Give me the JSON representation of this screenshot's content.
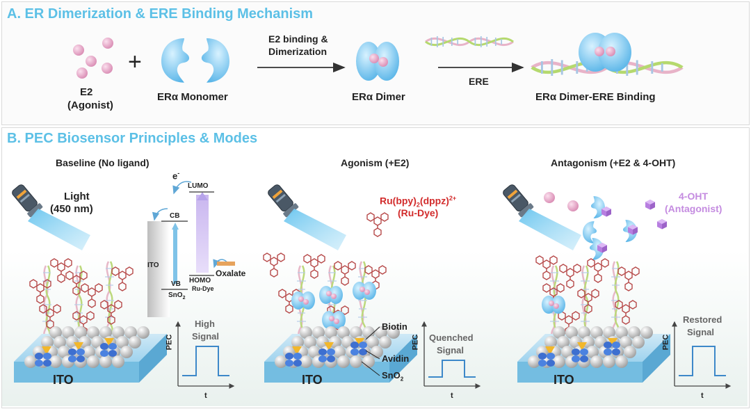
{
  "panel_a": {
    "title": "A. ER Dimerization & ERE Binding Mechanism",
    "e2_label_1": "E2",
    "e2_label_2": "(Agonist)",
    "plus": "+",
    "monomer_label": "ERα Monomer",
    "arrow1_label_1": "E2 binding &",
    "arrow1_label_2": "Dimerization",
    "dimer_label": "ERα Dimer",
    "arrow2_label": "ERE",
    "dimer_ere_label": "ERα Dimer-ERE Binding"
  },
  "panel_b": {
    "title": "B. PEC Biosensor Principles & Modes",
    "baseline": {
      "title": "Baseline (No ligand)",
      "light_1": "Light",
      "light_2": "(450 nm)",
      "electron": "e",
      "electron_sup": "-",
      "lumo": "LUMO",
      "cb": "CB",
      "ito_band": "ITO",
      "vb": "VB",
      "sno2": "SnO",
      "sno2_sub": "2",
      "homo": "HOMO",
      "ru_dye_small": "Ru-Dye",
      "oxalate": "Oxalate",
      "ito": "ITO",
      "signal_1": "High",
      "signal_2": "Signal",
      "axis_y": "PEC",
      "axis_x": "t"
    },
    "agonism": {
      "title": "Agonism (+E2)",
      "dye_formula": "Ru(bpy)",
      "dye_sub": "2",
      "dye_formula_2": "(dppz)",
      "dye_sup": "2+",
      "dye_name": "(Ru-Dye)",
      "biotin": "Biotin",
      "avidin": "Avidin",
      "sno2": "SnO",
      "sno2_sub": "2",
      "ito": "ITO",
      "signal_1": "Quenched",
      "signal_2": "Signal",
      "axis_y": "PEC",
      "axis_x": "t"
    },
    "antagonism": {
      "title": "Antagonism (+E2 & 4-OHT)",
      "ohto_1": "4-OHT",
      "ohto_2": "(Antagonist)",
      "ito": "ITO",
      "signal_1": "Restored",
      "signal_2": "Signal",
      "axis_y": "PEC",
      "axis_x": "t"
    }
  },
  "colors": {
    "title_blue": "#5cc0e6",
    "protein_blue": "#7fcdf0",
    "e2_pink": "#e9a2c2",
    "dye_red": "#d22b2b",
    "antagonist_purple": "#c48be0",
    "signal_blue": "#3d88c9"
  },
  "icons": [
    "flashlight-icon",
    "e2-molecule-icon",
    "er-monomer-icon",
    "er-dimer-icon",
    "dna-helix-icon",
    "ru-dye-icon",
    "antagonist-cube-icon"
  ]
}
